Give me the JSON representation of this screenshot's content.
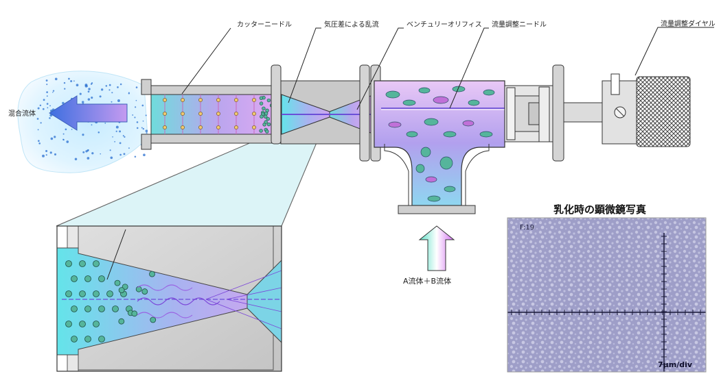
{
  "labels": {
    "cutter_needle": "カッターニードル",
    "pressure_turbulence": "気圧差による乱流",
    "venturi_orifice": "ベンチュリーオリフィス",
    "flow_adjust_needle": "流量調整ニードル",
    "flow_adjust_dial": "流量調整ダイヤル",
    "mixed_fluid": "混合流体",
    "input_fluids": "A流体＋B流体",
    "micro_title": "乳化時の顕微鏡写真",
    "micro_id": "F:19",
    "micro_scale": "7μm/div"
  },
  "colors": {
    "outline": "#333333",
    "metal": "#bdbdbd",
    "metal_dark": "#8f8f8f",
    "teal": "#5fd6d6",
    "violet": "#c59cf0",
    "droplet": "#55b59b",
    "spray": "#2a6fd0",
    "micro_bg": "#a3a3c9"
  }
}
